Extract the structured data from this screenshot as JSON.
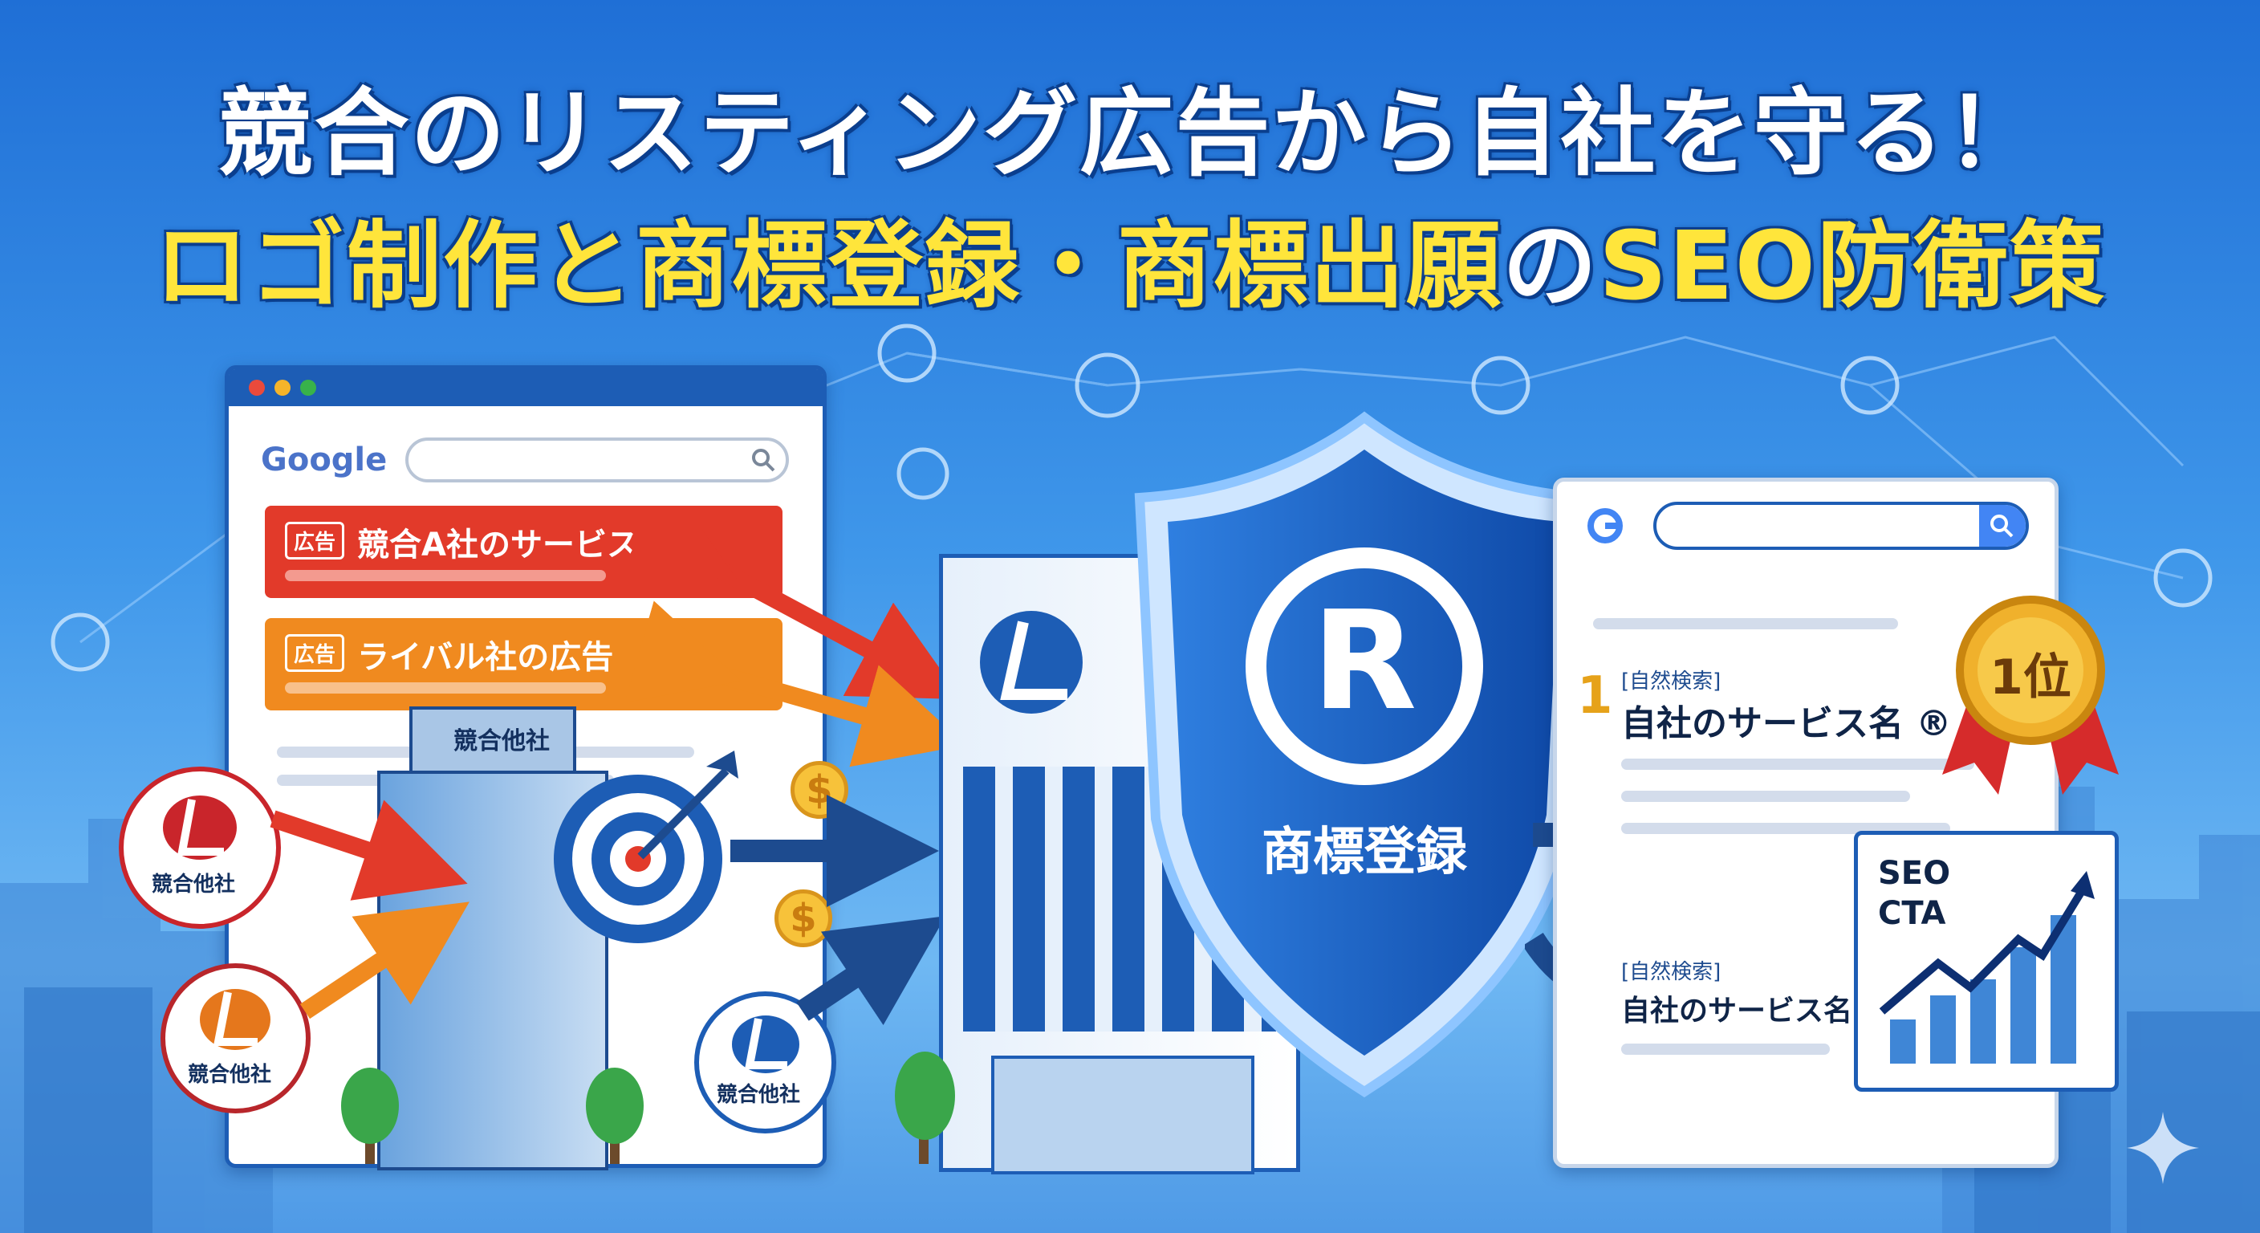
{
  "headline": {
    "line1": "競合のリスティング広告から自社を守る！",
    "line2_part1": "ロゴ制作と",
    "line2_part2": "商標登録・商標出願",
    "line2_part3": "の",
    "line2_part4": "SEO防衛策"
  },
  "left_browser": {
    "brand": "Google",
    "ads": [
      {
        "tag": "広告",
        "text": "競合A社のサービス",
        "color": "#e23a2a"
      },
      {
        "tag": "広告",
        "text": "ライバル社の広告",
        "color": "#f08a1f"
      }
    ],
    "competitor_building_label": "競合他社"
  },
  "competitor_logos": [
    {
      "label": "競合他社",
      "color": "#c9252b"
    },
    {
      "label": "競合他社",
      "color": "#e5771c"
    },
    {
      "label": "競合他社",
      "color": "#1d5db5"
    }
  ],
  "shield": {
    "symbol": "R",
    "label": "商標登録",
    "color": "#1560c9"
  },
  "right_browser": {
    "results": [
      {
        "rank": "1",
        "tag": "[自然検索]",
        "title": "自社のサービス名 ®"
      },
      {
        "tag": "[自然検索]",
        "title": "自社のサービス名"
      }
    ],
    "medal": "1位",
    "chart_card": {
      "line1": "SEO",
      "line2": "CTA"
    }
  },
  "icons": [
    "search-icon",
    "target-icon",
    "coin-icon",
    "trend-chart-icon",
    "sparkle-icon"
  ],
  "colors": {
    "accent_yellow": "#ffe53b",
    "navy": "#0d2f72",
    "blue": "#1d5db5"
  }
}
